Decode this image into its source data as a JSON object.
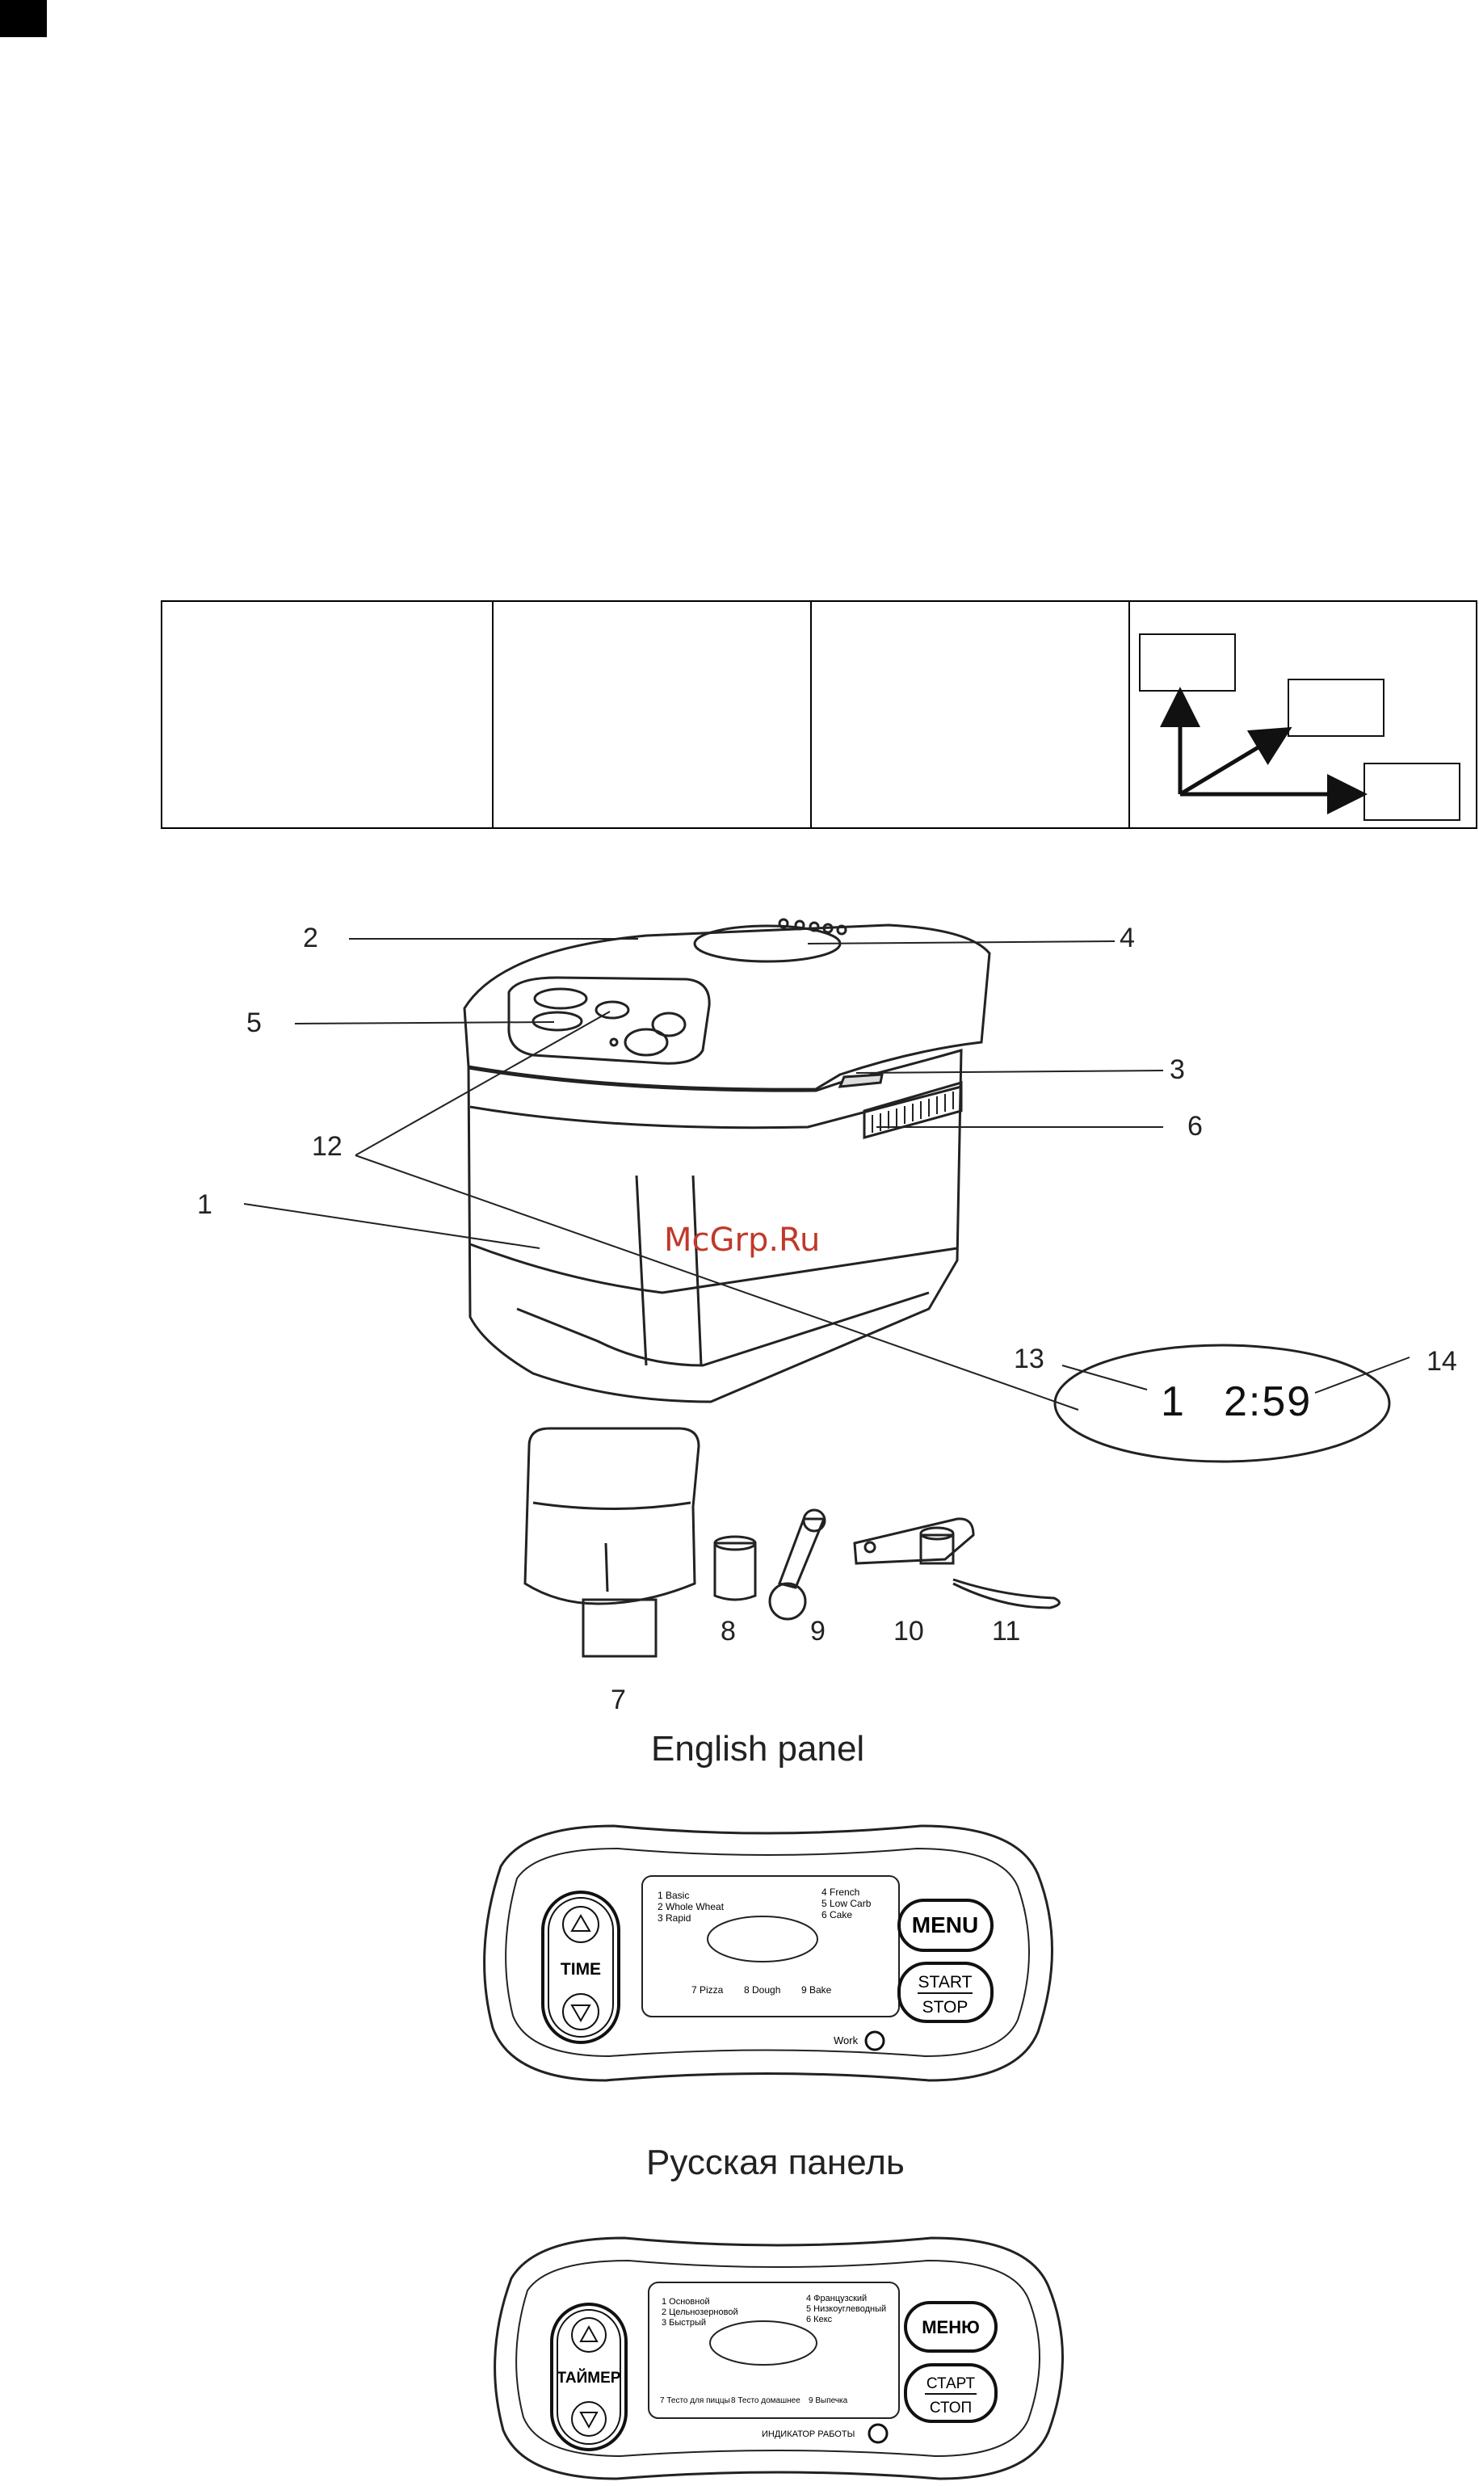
{
  "colors": {
    "line": "#222222",
    "background": "#ffffff",
    "watermark": "#c0392b"
  },
  "callouts": {
    "c1": "1",
    "c2": "2",
    "c3": "3",
    "c4": "4",
    "c5": "5",
    "c6": "6",
    "c7": "7",
    "c8": "8",
    "c9": "9",
    "c10": "10",
    "c11": "11",
    "c12": "12",
    "c13": "13",
    "c14": "14"
  },
  "display": {
    "program": "1",
    "time": "2:59"
  },
  "watermark": "McGrp.Ru",
  "captions": {
    "english": "English panel",
    "russian": "Русская панель"
  },
  "english_panel": {
    "programs": [
      "1 Basic",
      "2 Whole Wheat",
      "3 Rapid",
      "4 French",
      "5 Low Carb",
      "6 Cake",
      "7 Pizza",
      "8 Dough",
      "9 Bake"
    ],
    "time_label": "TIME",
    "menu_label": "MENU",
    "start_label": "START",
    "stop_label": "STOP",
    "indicator_label": "Work"
  },
  "russian_panel": {
    "programs": [
      "1 Основной",
      "2 Цельнозерновой",
      "3 Быстрый",
      "4 Французский",
      "5 Низкоуглеводный",
      "6 Кекс",
      "7 Тесто для пиццы",
      "8 Тесто домашнее",
      "9 Выпечка"
    ],
    "time_label": "ТАЙМЕР",
    "menu_label": "МЕНЮ",
    "start_label": "СТАРТ",
    "stop_label": "СТОП",
    "indicator_label": "ИНДИКАТОР РАБОТЫ"
  }
}
